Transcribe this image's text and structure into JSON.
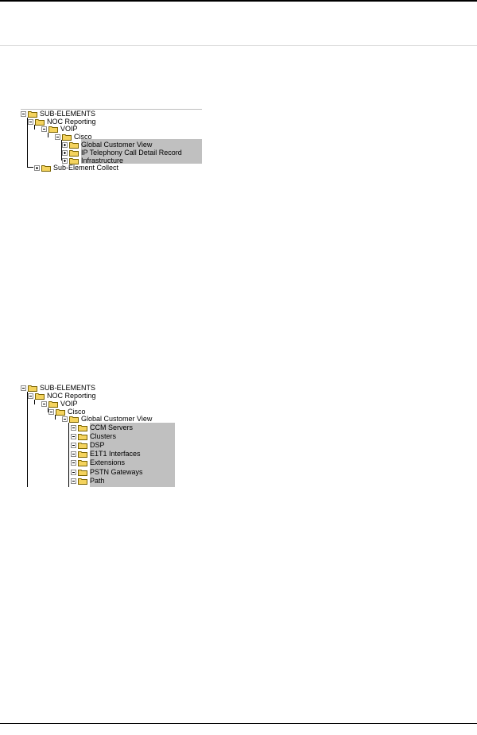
{
  "tree_top": {
    "nodes": [
      {
        "label": "SUB-ELEMENTS",
        "expander": "minus"
      },
      {
        "label": "NOC Reporting",
        "expander": "minus"
      },
      {
        "label": "VOIP",
        "expander": "minus"
      },
      {
        "label": "Cisco",
        "expander": "minus"
      },
      {
        "label": "Global Customer View",
        "expander": "plus"
      },
      {
        "label": "IP Telephony Call Detail Record",
        "expander": "plus"
      },
      {
        "label": "Infrastructure",
        "expander": "plus"
      },
      {
        "label": "Sub-Element Collect",
        "expander": "plus"
      }
    ]
  },
  "tree_bottom": {
    "nodes": [
      {
        "label": "SUB-ELEMENTS",
        "expander": "minus"
      },
      {
        "label": "NOC Reporting",
        "expander": "minus"
      },
      {
        "label": "VOIP",
        "expander": "minus"
      },
      {
        "label": "Cisco",
        "expander": "minus"
      },
      {
        "label": "Global Customer View",
        "expander": "minus"
      },
      {
        "label": "CCM Servers",
        "expander": "minus"
      },
      {
        "label": "Clusters",
        "expander": "minus"
      },
      {
        "label": "DSP",
        "expander": "minus"
      },
      {
        "label": "E1T1 Interfaces",
        "expander": "minus"
      },
      {
        "label": "Extensions",
        "expander": "minus"
      },
      {
        "label": "PSTN Gateways",
        "expander": "minus"
      },
      {
        "label": "Path",
        "expander": "minus"
      }
    ]
  },
  "colors": {
    "folder_fill": "#f4d35e",
    "folder_stroke": "#7a6300",
    "selection": "#c0c0c0"
  },
  "icons": {
    "folder": "folder-icon",
    "expand": "expand-plus-icon",
    "collapse": "collapse-minus-icon"
  }
}
